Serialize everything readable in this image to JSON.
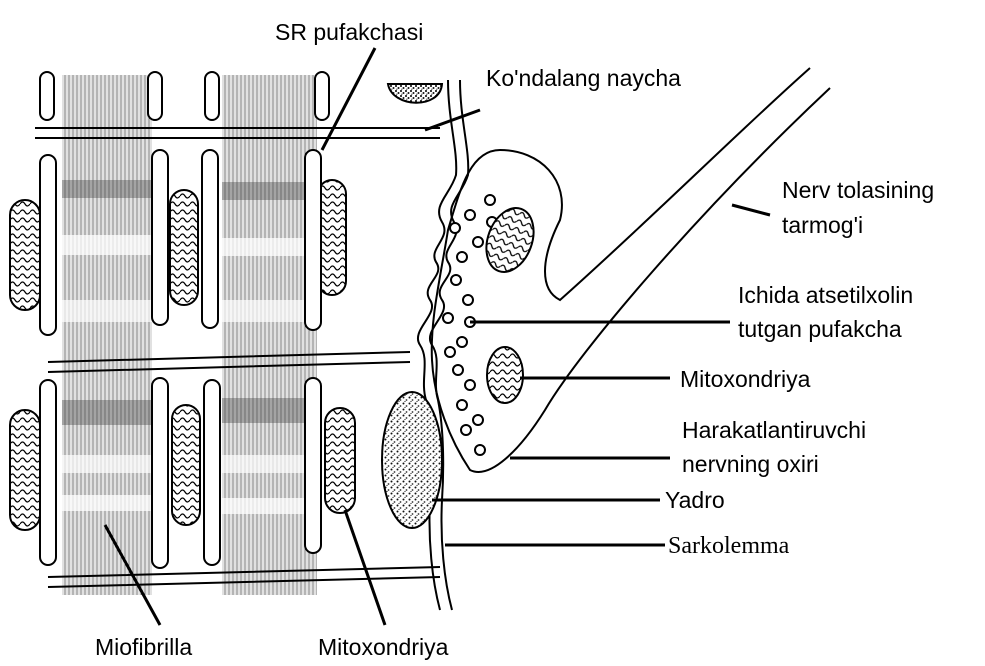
{
  "labels": {
    "sr_vesicle": "SR pufakchasi",
    "t_tubule": "Ko'ndalang naycha",
    "nerve_branch_1": "Nerv tolasining",
    "nerve_branch_2": "tarmog'i",
    "ach_vesicle_1": "Ichida atsetilxolin",
    "ach_vesicle_2": "tutgan pufakcha",
    "mito_right": "Mitoxondriya",
    "motor_end_1": "Harakatlantiruvchi",
    "motor_end_2": "nervning oxiri",
    "nucleus": "Yadro",
    "sarcolemma": "Sarkolemma",
    "myofibril": "Miofibrilla",
    "mito_bottom": "Mitoxondriya"
  }
}
